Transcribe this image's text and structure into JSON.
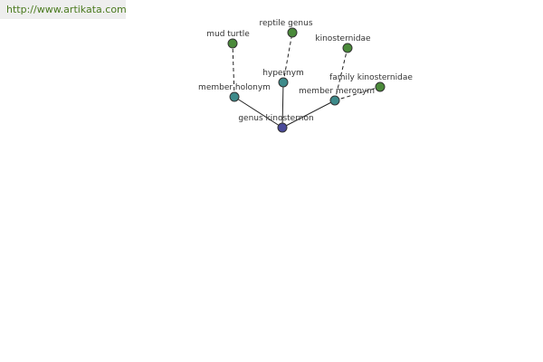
{
  "source_url": "http://www.artikata.com",
  "colors": {
    "url_text": "#4a7a1e",
    "url_background": "#eeeeee",
    "root_node": "#4a4a9a",
    "relation_node": "#3d8a8a",
    "leaf_node": "#4a8a3a",
    "edge": "#222222",
    "label": "#333333"
  },
  "graph": {
    "root": {
      "label": "genus kinosternon"
    },
    "relations": [
      {
        "key": "member-holonym",
        "label": "member holonym"
      },
      {
        "key": "hypernym",
        "label": "hypernym"
      },
      {
        "key": "member-meronym",
        "label": "member meronym"
      }
    ],
    "leaves": [
      {
        "key": "mud-turtle",
        "label": "mud turtle",
        "relation": "member-holonym"
      },
      {
        "key": "reptile-genus",
        "label": "reptile genus",
        "relation": "hypernym"
      },
      {
        "key": "kinosternidae",
        "label": "kinosternidae",
        "relation": "member-meronym"
      },
      {
        "key": "family-kinosternidae",
        "label": "family kinosternidae",
        "relation": "member-meronym"
      }
    ]
  }
}
